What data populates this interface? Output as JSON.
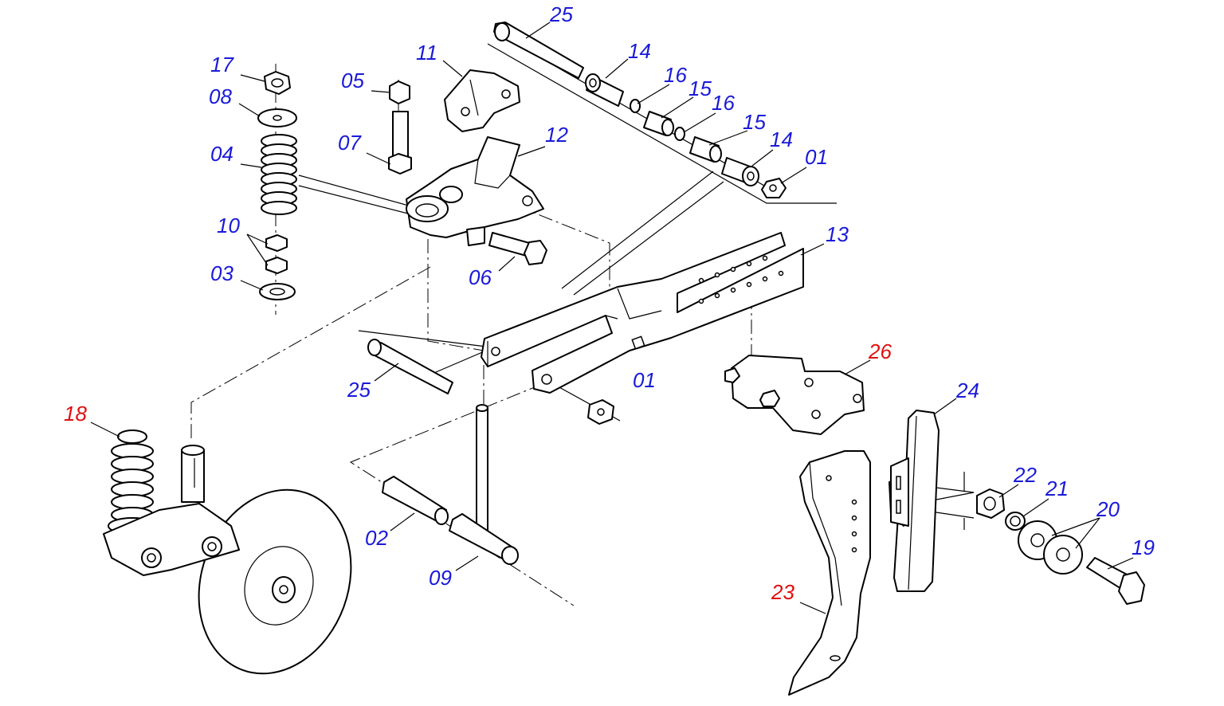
{
  "diagram": {
    "colors": {
      "standard": "#1a1ad8",
      "highlight": "#e01010",
      "line": "#000000"
    },
    "labels": [
      {
        "id": "l25a",
        "text": "25",
        "color": "blue"
      },
      {
        "id": "l11",
        "text": "11",
        "color": "blue"
      },
      {
        "id": "l14a",
        "text": "14",
        "color": "blue"
      },
      {
        "id": "l17",
        "text": "17",
        "color": "blue"
      },
      {
        "id": "l05",
        "text": "05",
        "color": "blue"
      },
      {
        "id": "l16a",
        "text": "16",
        "color": "blue"
      },
      {
        "id": "l15a",
        "text": "15",
        "color": "blue"
      },
      {
        "id": "l08",
        "text": "08",
        "color": "blue"
      },
      {
        "id": "l16b",
        "text": "16",
        "color": "blue"
      },
      {
        "id": "l15b",
        "text": "15",
        "color": "blue"
      },
      {
        "id": "l12",
        "text": "12",
        "color": "blue"
      },
      {
        "id": "l07",
        "text": "07",
        "color": "blue"
      },
      {
        "id": "l14b",
        "text": "14",
        "color": "blue"
      },
      {
        "id": "l04",
        "text": "04",
        "color": "blue"
      },
      {
        "id": "l01a",
        "text": "01",
        "color": "blue"
      },
      {
        "id": "l10",
        "text": "10",
        "color": "blue"
      },
      {
        "id": "l13",
        "text": "13",
        "color": "blue"
      },
      {
        "id": "l03",
        "text": "03",
        "color": "blue"
      },
      {
        "id": "l06",
        "text": "06",
        "color": "blue"
      },
      {
        "id": "l26",
        "text": "26",
        "color": "red"
      },
      {
        "id": "l25b",
        "text": "25",
        "color": "blue"
      },
      {
        "id": "l01b",
        "text": "01",
        "color": "blue"
      },
      {
        "id": "l24",
        "text": "24",
        "color": "blue"
      },
      {
        "id": "l18",
        "text": "18",
        "color": "red"
      },
      {
        "id": "l22",
        "text": "22",
        "color": "blue"
      },
      {
        "id": "l21",
        "text": "21",
        "color": "blue"
      },
      {
        "id": "l20",
        "text": "20",
        "color": "blue"
      },
      {
        "id": "l02",
        "text": "02",
        "color": "blue"
      },
      {
        "id": "l19",
        "text": "19",
        "color": "blue"
      },
      {
        "id": "l09",
        "text": "09",
        "color": "blue"
      },
      {
        "id": "l23",
        "text": "23",
        "color": "red"
      }
    ]
  }
}
